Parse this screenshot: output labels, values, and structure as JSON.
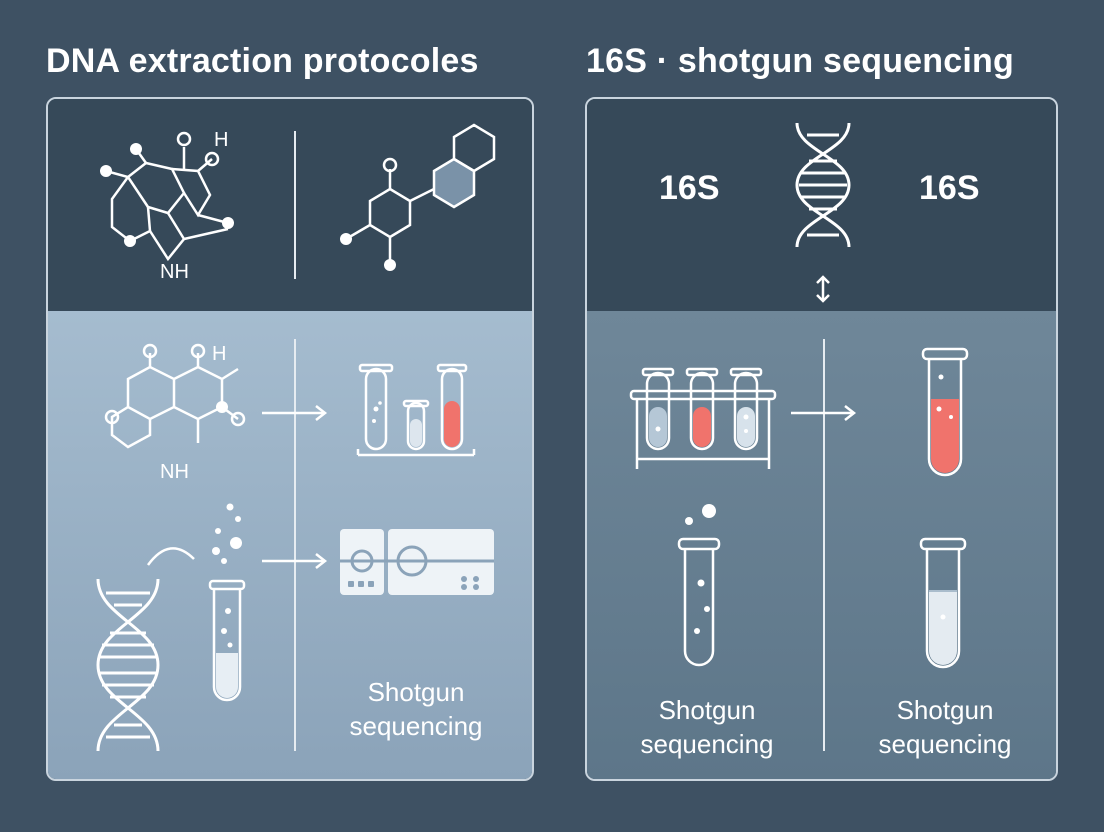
{
  "left_title": "DNA extraction protocoles",
  "right_title": "16S · shotgun sequencing",
  "left_panel": {
    "molecule_atom_label_1": "NH",
    "molecule_atom_label_2": "NH",
    "molecule_atom_label_h1": "H",
    "molecule_atom_label_h2": "H",
    "caption": [
      "Shotgun",
      "sequencing"
    ]
  },
  "right_panel": {
    "label_16s_left": "16S",
    "label_16s_right": "16S",
    "caption_left": [
      "Shotgun",
      "sequencing"
    ],
    "caption_right": [
      "Shotgun",
      "sequencing"
    ]
  },
  "colors": {
    "background": "#3e5163",
    "panel_dark": "#364959",
    "liquid_red": "#f0736c",
    "line_white": "#ffffff"
  },
  "icons": [
    "molecule-icon",
    "dna-helix-icon",
    "test-tube-icon",
    "test-tube-rack-icon",
    "sequencer-machine-icon",
    "arrow-right-icon",
    "arrow-updown-icon"
  ]
}
